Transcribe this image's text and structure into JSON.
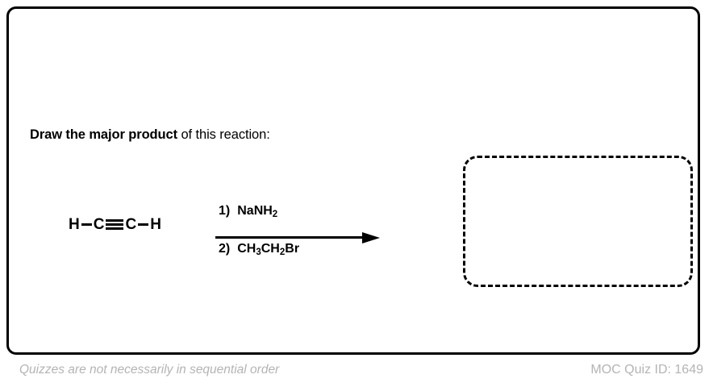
{
  "card": {
    "prompt": {
      "emphasis": "Draw the major product",
      "rest": " of this reaction:"
    }
  },
  "reaction": {
    "starting_material": {
      "name": "acetylene",
      "formula_display": "H−C≡C−H",
      "left_hydrogen": "H",
      "left_carbon": "C",
      "right_carbon": "C",
      "right_hydrogen": "H",
      "bond_left": "single",
      "bond_middle": "triple",
      "bond_right": "single"
    },
    "arrow": {
      "icon": "reaction-arrow-icon",
      "direction": "right"
    },
    "reagents": [
      {
        "step": "1)",
        "formula": "NaNH",
        "subscript": "2",
        "full": "NaNH2"
      },
      {
        "step": "2)",
        "formula_part1": "CH",
        "subscript1": "3",
        "formula_part2": "CH",
        "subscript2": "2",
        "formula_part3": "Br",
        "full": "CH3CH2Br"
      }
    ],
    "answer_box": {
      "label": "answer-drawing-area",
      "content": "",
      "style": "dashed"
    }
  },
  "footer": {
    "note": "Quizzes are not necessarily in sequential order",
    "quiz_id_label": "MOC Quiz ID: 1649"
  },
  "colors": {
    "ink": "#000000",
    "footer_text": "#b4b4b4",
    "background": "#ffffff"
  }
}
